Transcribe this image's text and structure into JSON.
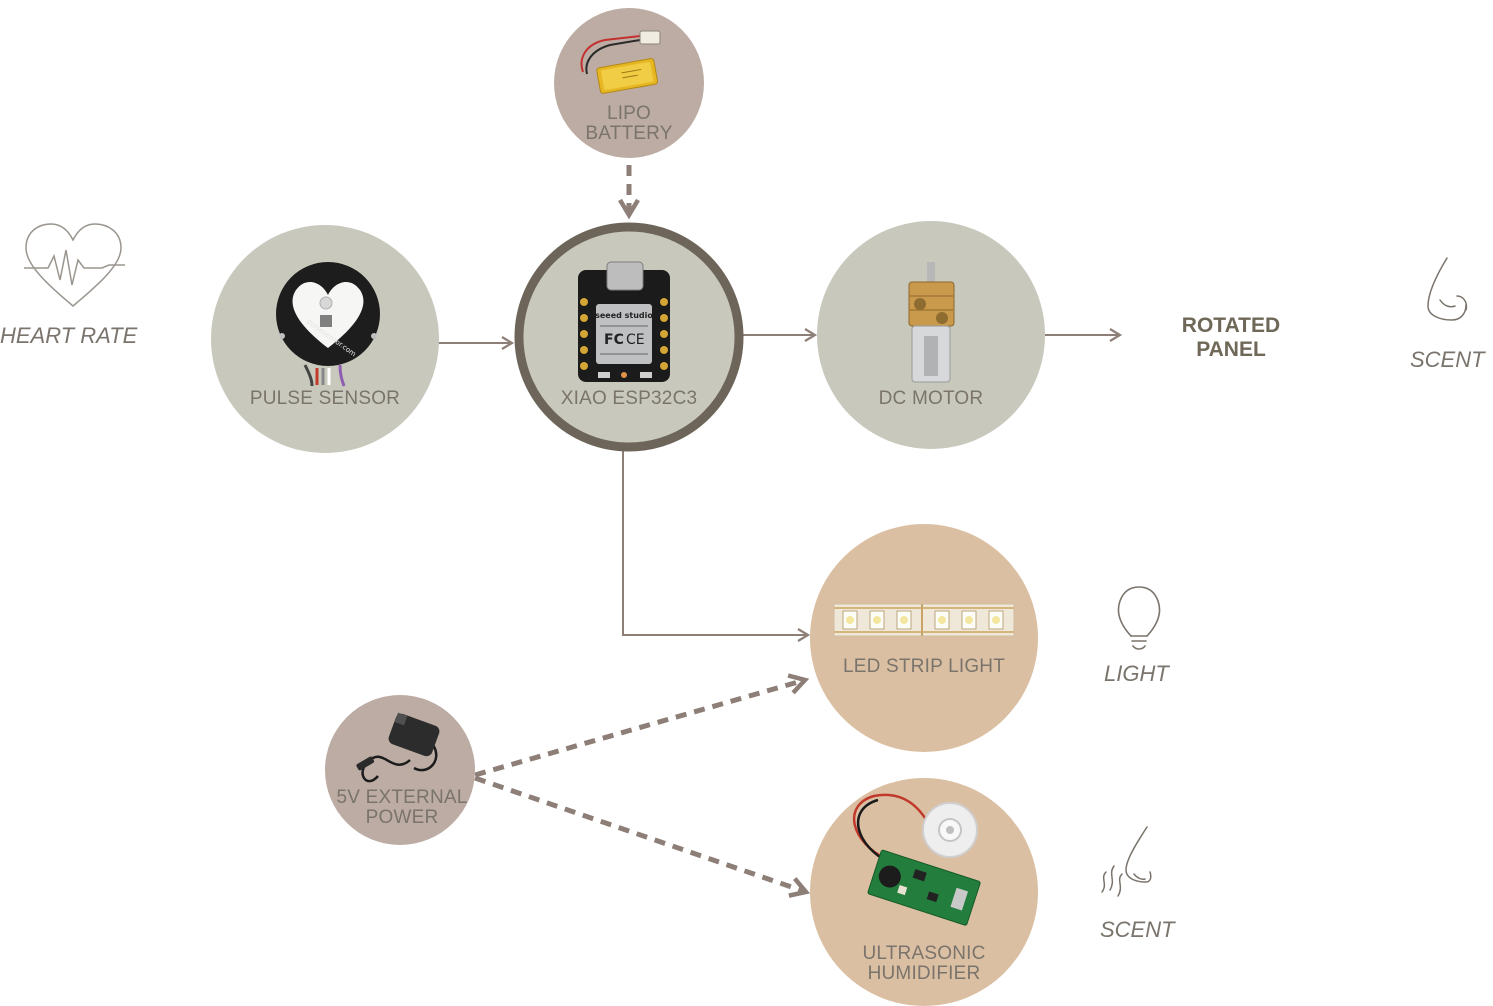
{
  "colors": {
    "neutral_node": "#c8c9bc",
    "power_node": "#bcaca3",
    "output_node": "#dbbfa3",
    "controller_ring": "#6d6559",
    "arrow": "#8d7f77",
    "text": "#7a746c",
    "output_text": "#6f6859"
  },
  "nodes": {
    "lipo": {
      "label_line1": "LIPO",
      "label_line2": "BATTERY",
      "icon": "lipo-battery-icon"
    },
    "pulse": {
      "label": "PULSE SENSOR",
      "icon": "pulse-sensor-icon"
    },
    "xiao": {
      "label": "XIAO ESP32C3",
      "icon": "microcontroller-board-icon",
      "board_brand": "seeed studio"
    },
    "motor": {
      "label": "DC MOTOR",
      "icon": "dc-motor-icon"
    },
    "led": {
      "label": "LED STRIP LIGHT",
      "icon": "led-strip-icon"
    },
    "power": {
      "label_line1": "5V EXTERNAL",
      "label_line2": "POWER",
      "icon": "power-adapter-icon"
    },
    "humidifier": {
      "label_line1": "ULTRASONIC",
      "label_line2": "HUMIDIFIER",
      "icon": "humidifier-module-icon"
    }
  },
  "side_labels": {
    "heart_rate": {
      "label": "HEART RATE",
      "icon": "heart-rate-icon"
    },
    "scent_top": {
      "label": "SCENT",
      "icon": "nose-icon"
    },
    "light": {
      "label": "LIGHT",
      "icon": "light-bulb-icon"
    },
    "scent_bottom": {
      "label": "SCENT",
      "icon": "nose-scent-icon"
    }
  },
  "output": {
    "line1": "ROTATED",
    "line2": "PANEL"
  }
}
